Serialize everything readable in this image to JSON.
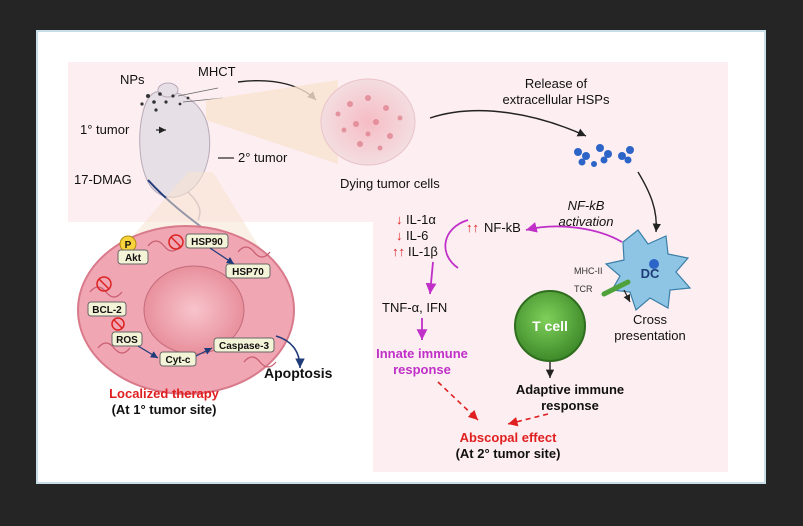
{
  "figure": {
    "top": {
      "nps": "NPs",
      "mhct": "MHCT",
      "primary_tumor": "1° tumor",
      "secondary_tumor": "2° tumor",
      "drug": "17-DMAG",
      "dying_cells": "Dying tumor cells",
      "release_line1": "Release of",
      "release_line2": "extracellular HSPs"
    },
    "cell": {
      "p": "P",
      "akt": "Akt",
      "hsp90": "HSP90",
      "hsp70": "HSP70",
      "bcl2": "BCL-2",
      "ros": "ROS",
      "cytc": "Cyt-c",
      "caspase3": "Caspase-3",
      "apoptosis": "Apoptosis",
      "localized_line1": "Localized therapy",
      "localized_line2": "(At 1° tumor site)"
    },
    "immune": {
      "nfkb_line1": "NF-kB",
      "nfkb_line2": "activation",
      "nfkb_target": "NF-kB",
      "up_arrows": "↑↑",
      "down_arrow": "↓",
      "il1a": "IL-1α",
      "il6": "IL-6",
      "il1b": "IL-1β",
      "tnf_ifn": "TNF-α, IFN",
      "innate_line1": "Innate immune",
      "innate_line2": "response",
      "dc": "DC",
      "mhc": "MHC-II",
      "tcr": "TCR",
      "tcell": "T cell",
      "cross_line1": "Cross",
      "cross_line2": "presentation",
      "adaptive_line1": "Adaptive immune",
      "adaptive_line2": "response",
      "abscopal_line1": "Abscopal effect",
      "abscopal_line2": "(At 2° tumor site)"
    }
  },
  "colors": {
    "panel_pink": "#fdeef2",
    "red_text": "#e02020",
    "magenta": "#c030c8",
    "dark_blue": "#1f3b7a",
    "tcell_green": "#4fa13a",
    "dc_blue": "#8ec5e4"
  }
}
